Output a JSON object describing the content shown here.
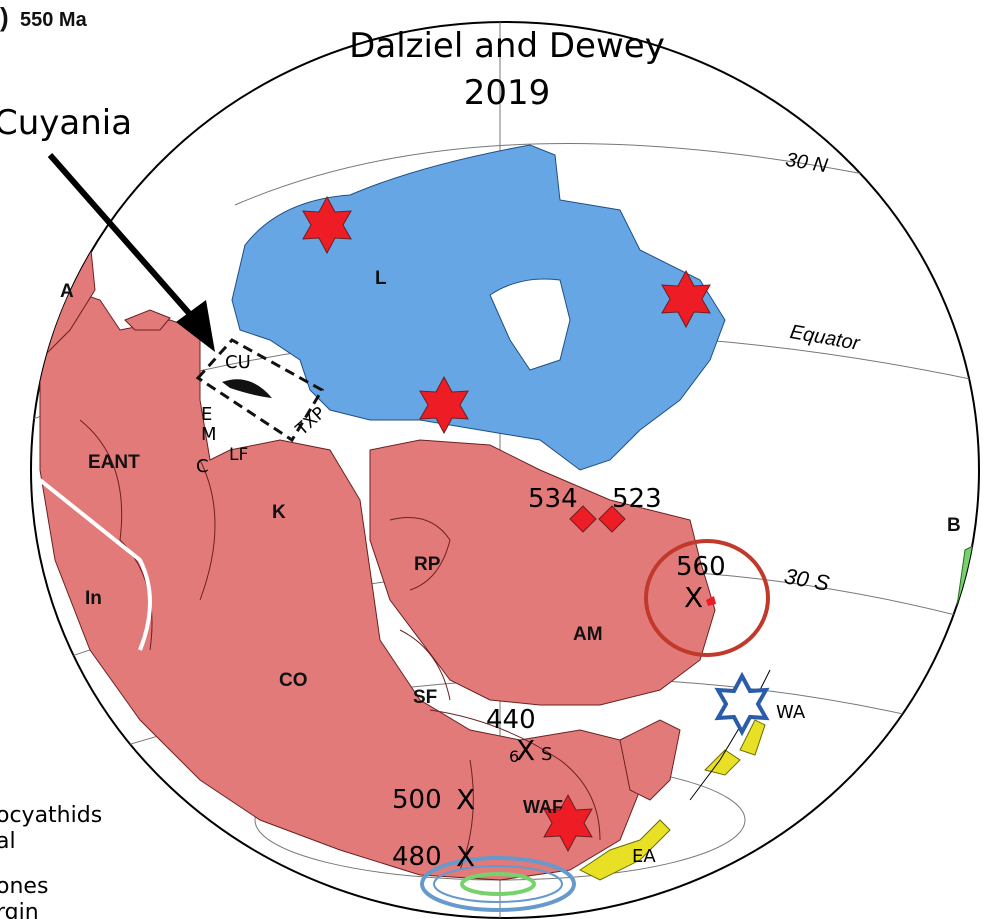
{
  "panel": {
    "letter": ")",
    "age": "550 Ma"
  },
  "title": {
    "line1": "Dalziel and Dewey",
    "line2": "2019"
  },
  "callout": {
    "label": "Cuyania"
  },
  "latitude_labels": {
    "n30": "30 N",
    "equator": "Equator",
    "s30": "30 S"
  },
  "terranes": {
    "L": "L",
    "A": "A",
    "CU": "CU",
    "E": "E",
    "M": "M",
    "C": "C",
    "LF": "LF",
    "TXP": "TXP",
    "EANT": "EANT",
    "K": "K",
    "In": "In",
    "CO": "CO",
    "RP": "RP",
    "SF": "SF",
    "AM": "AM",
    "WAF": "WAF",
    "EA": "EA",
    "WA": "WA",
    "B": "B",
    "marker_6": "6",
    "marker_S": "S"
  },
  "ages": {
    "a534": "534",
    "a523": "523",
    "a560": "560",
    "a440": "440",
    "a500": "500",
    "a480": "480"
  },
  "x_marker": "X",
  "legend": {
    "item1": "ocyathids",
    "item1b": "al",
    "item2": "ones",
    "item3": "rgin"
  },
  "colors": {
    "laurentia": "#66a6e4",
    "gondwana": "#e37a7a",
    "yellow_terranes": "#e8e024",
    "green_terranes": "#76d36b",
    "star": "#ee1c25",
    "open_star": "#2a5caa",
    "circle": "#c0392b",
    "blue_ellipse": "#6699cc"
  }
}
